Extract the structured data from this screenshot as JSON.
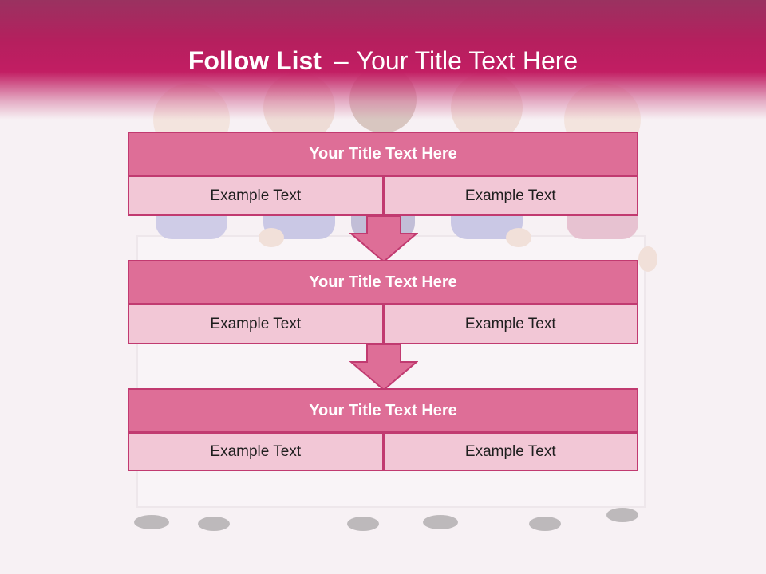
{
  "header": {
    "title_bold": "Follow List",
    "separator": "–",
    "title_rest": "Your Title Text Here"
  },
  "steps": [
    {
      "title": "Your Title Text Here",
      "left": "Example Text",
      "right": "Example Text"
    },
    {
      "title": "Your Title Text Here",
      "left": "Example Text",
      "right": "Example Text"
    },
    {
      "title": "Your Title Text Here",
      "left": "Example Text",
      "right": "Example Text"
    }
  ],
  "colors": {
    "header": "#c21e63",
    "step_title_fill": "#de6e97",
    "step_cell_fill": "#f2c7d6",
    "border": "#c13a70"
  }
}
